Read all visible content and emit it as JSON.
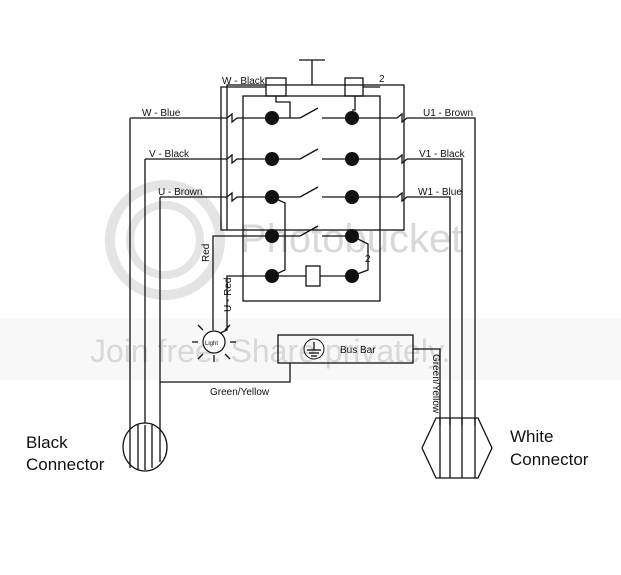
{
  "labels": {
    "w_black": "W - Black",
    "two_top": "2",
    "w_blue": "W - Blue",
    "v_black": "V - Black",
    "u_brown_left": "U - Brown",
    "u1_brown": "U1 - Brown",
    "v1_black": "V1 - Black",
    "w1_blue": "W1 - Blue",
    "red": "Red",
    "u_red": "U - Red",
    "two_coil": "2",
    "light": "Light",
    "bus_bar": "Bus Bar",
    "green_yellow_h": "Green/Yellow",
    "green_yellow_v": "Green/Yellow",
    "black_connector_1": "Black",
    "black_connector_2": "Connector",
    "white_connector_1": "White",
    "white_connector_2": "Connector"
  },
  "watermark": {
    "brand": "Photobucket",
    "tagline": "Join free. Share privately."
  },
  "icons": [
    "ground-symbol-icon",
    "light-bulb-icon",
    "black-connector-circle",
    "white-connector-hexagon"
  ]
}
